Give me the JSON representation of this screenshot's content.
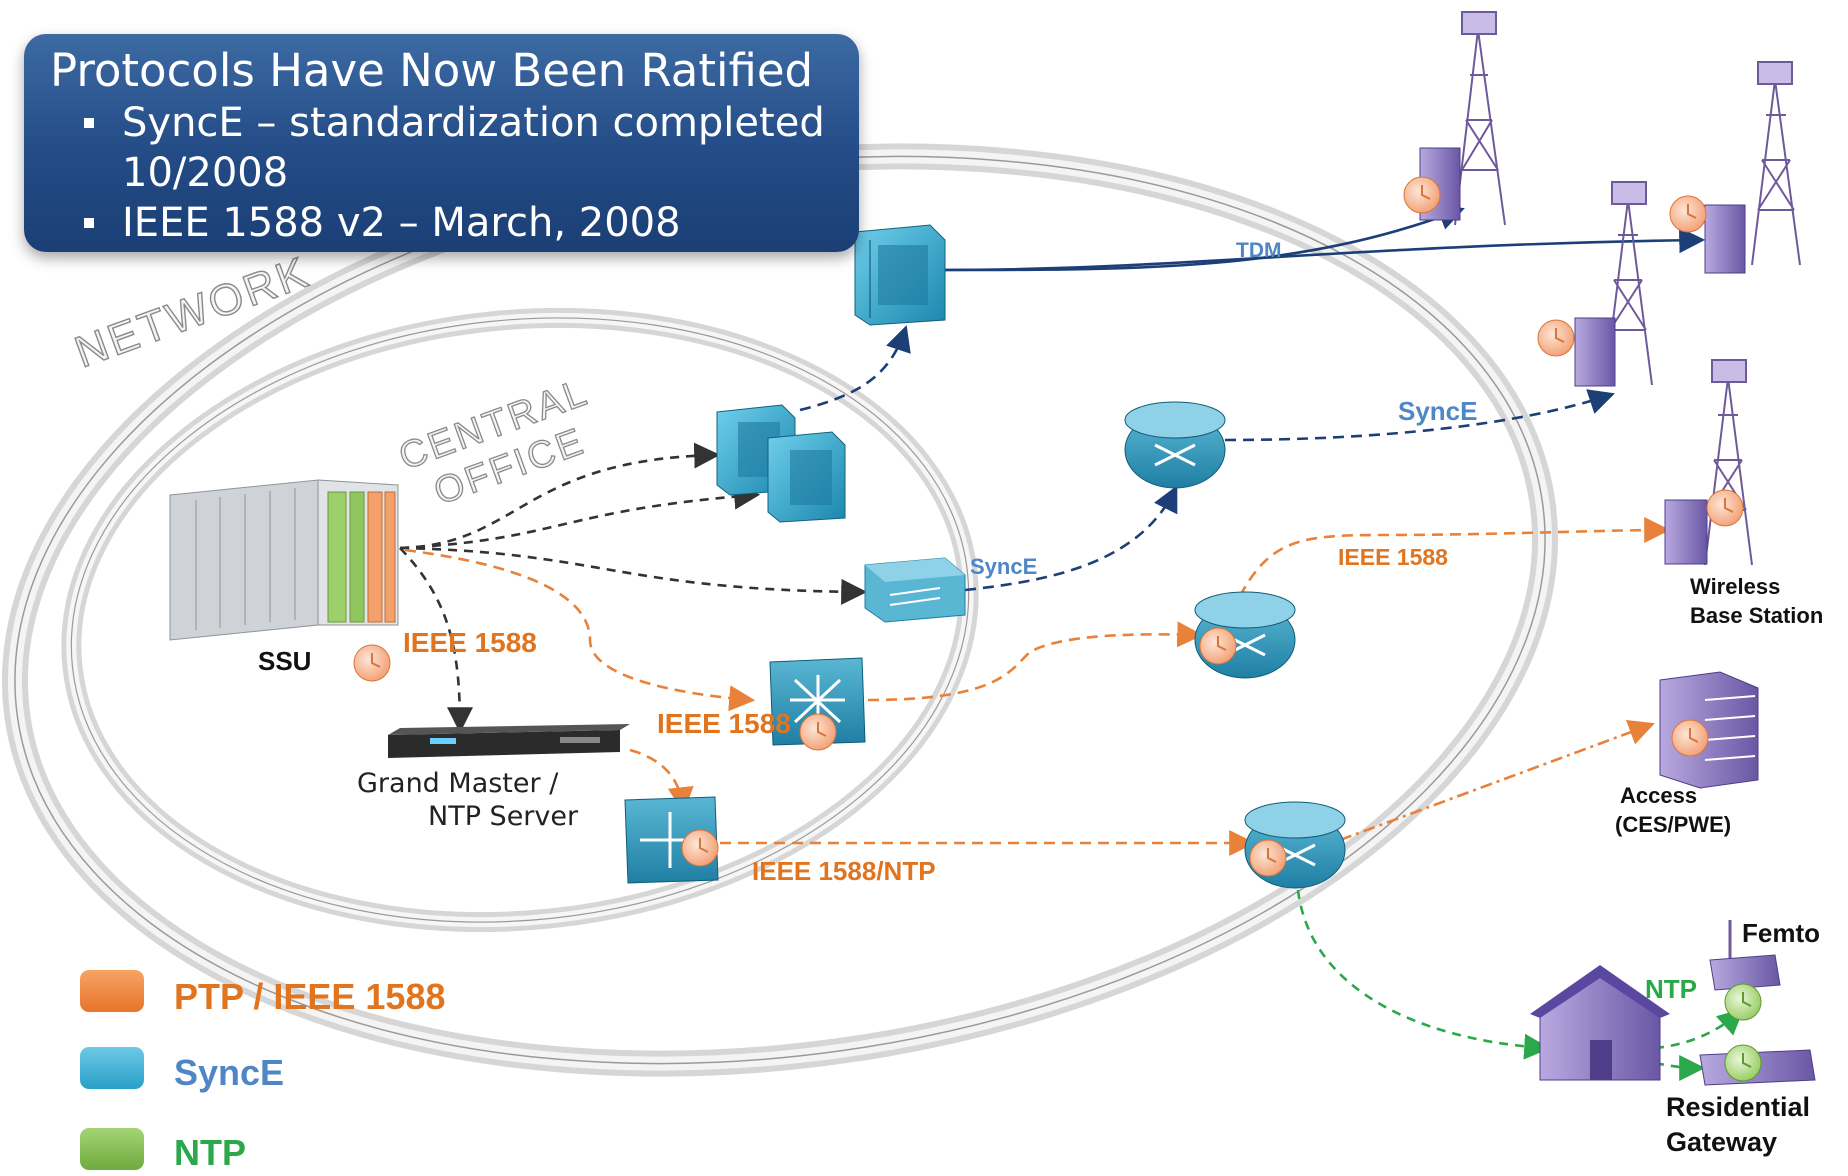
{
  "header": {
    "title": "Protocols Have Now Been Ratified",
    "bullets": [
      {
        "line1": "SyncE – standardization completed",
        "line2": "10/2008"
      },
      {
        "line1": "IEEE 1588 v2 – March, 2008",
        "line2": ""
      }
    ]
  },
  "rings": {
    "network": "NETWORK",
    "central_office_line1": "CENTRAL",
    "central_office_line2": "OFFICE"
  },
  "nodes": {
    "ssu": "SSU",
    "grandmaster_line1": "Grand Master /",
    "grandmaster_line2": "NTP Server",
    "wireless_line1": "Wireless",
    "wireless_line2": "Base Station",
    "access_line1": "Access",
    "access_line2": "(CES/PWE)",
    "femto": "Femto",
    "residential_line1": "Residential",
    "residential_line2": "Gateway"
  },
  "link_labels": {
    "tdm": "TDM",
    "synce_top": "SyncE",
    "synce_mid": "SyncE",
    "ieee_top": "IEEE 1588",
    "ieee_ssu": "IEEE 1588",
    "ieee_switch": "IEEE 1588",
    "ieee_ntp": "IEEE 1588/NTP",
    "ntp": "NTP"
  },
  "legend": [
    {
      "label": "PTP / IEEE 1588",
      "swatch": "#f08a3c",
      "text_color": "#e0741f"
    },
    {
      "label": "SyncE",
      "swatch": "#3fb0d4",
      "text_color": "#4f86c6"
    },
    {
      "label": "NTP",
      "swatch": "#7ab648",
      "text_color": "#2aa84a"
    }
  ],
  "colors": {
    "orange": "#e8823a",
    "navy": "#1d3f78",
    "black_dashed": "#333333",
    "green": "#2aa84a",
    "device_blue": "#2aa6cf",
    "tower": "#6e5a9a"
  },
  "icons": [
    "clock-icon",
    "router-icon",
    "switch-icon",
    "tower-icon",
    "house-icon",
    "building-icon",
    "server-rack-icon"
  ]
}
